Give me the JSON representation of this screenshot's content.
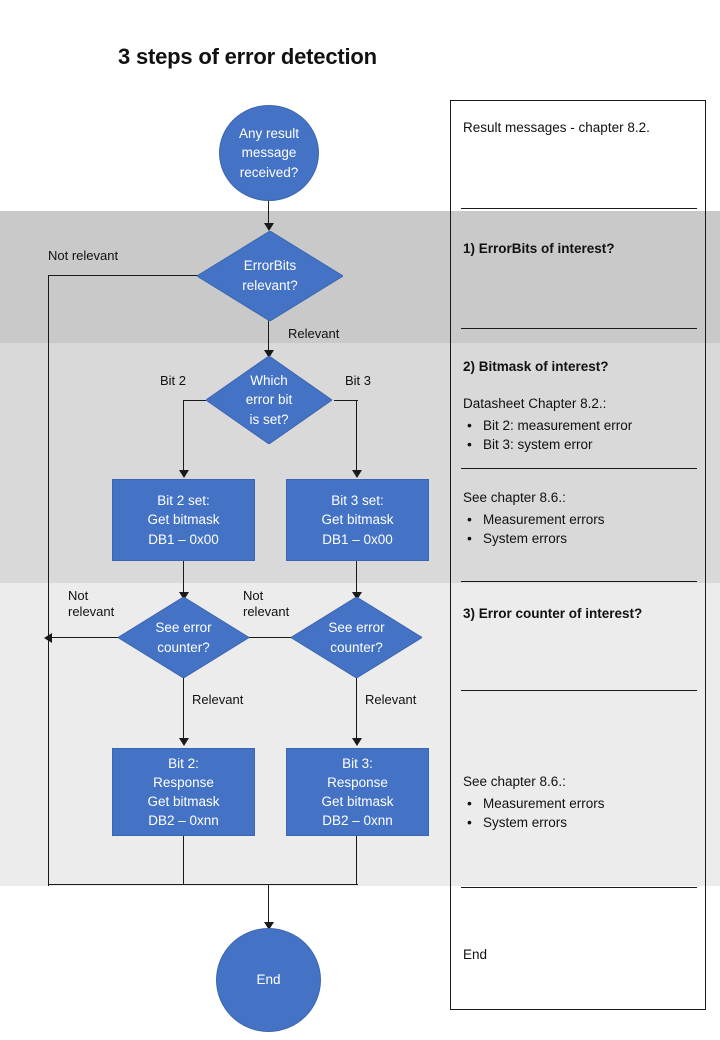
{
  "title": "3 steps of error detection",
  "colors": {
    "node_fill": "#4472C4",
    "node_text": "#FFFFFF",
    "band_1": "#C9C9C9",
    "band_2": "#D9D9D9",
    "band_3": "#ECECEC",
    "line": "#1A1A1A",
    "page_background": "#FFFFFF"
  },
  "flow": {
    "start": {
      "label": "Any result\nmessage\nreceived?",
      "shape": "circle"
    },
    "decision_errorbits": {
      "label": "ErrorBits\nrelevant?",
      "shape": "diamond"
    },
    "decision_which_bit": {
      "label": "Which\nerror bit\nis set?",
      "shape": "diamond"
    },
    "process_bit2_bitmask": {
      "label": "Bit 2 set:\nGet bitmask\nDB1 – 0x00",
      "shape": "rectangle"
    },
    "process_bit3_bitmask": {
      "label": "Bit 3 set:\nGet bitmask\nDB1 – 0x00",
      "shape": "rectangle"
    },
    "decision_counter_bit2": {
      "label": "See error\ncounter?",
      "shape": "diamond"
    },
    "decision_counter_bit3": {
      "label": "See error\ncounter?",
      "shape": "diamond"
    },
    "process_bit2_response": {
      "label": "Bit 2:\nResponse\nGet bitmask\nDB2 – 0xnn",
      "shape": "rectangle"
    },
    "process_bit3_response": {
      "label": "Bit 3:\nResponse\nGet bitmask\nDB2 – 0xnn",
      "shape": "rectangle"
    },
    "end": {
      "label": "End",
      "shape": "circle"
    }
  },
  "edge_labels": {
    "errorbits_not_relevant": "Not relevant",
    "errorbits_relevant": "Relevant",
    "which_bit_left": "Bit 2",
    "which_bit_right": "Bit 3",
    "counter2_not_relevant": "Not\nrelevant",
    "counter3_not_relevant": "Not\nrelevant",
    "counter2_relevant": "Relevant",
    "counter3_relevant": "Relevant"
  },
  "panel": {
    "section_0": {
      "text": "Result messages - chapter 8.2."
    },
    "section_1": {
      "heading": "1) ErrorBits of interest?"
    },
    "section_2": {
      "heading": "2) Bitmask of interest?",
      "block_a_text": "Datasheet Chapter 8.2.:",
      "block_a_items": [
        "Bit 2: measurement  error",
        "Bit 3: system error"
      ],
      "block_b_text": "See chapter 8.6.:",
      "block_b_items": [
        "Measurement  errors",
        "System errors"
      ]
    },
    "section_3": {
      "heading": "3) Error counter of interest?",
      "block_text": "See chapter 8.6.:",
      "block_items": [
        "Measurement  errors",
        "System errors"
      ]
    },
    "section_4": {
      "text": "End"
    }
  }
}
